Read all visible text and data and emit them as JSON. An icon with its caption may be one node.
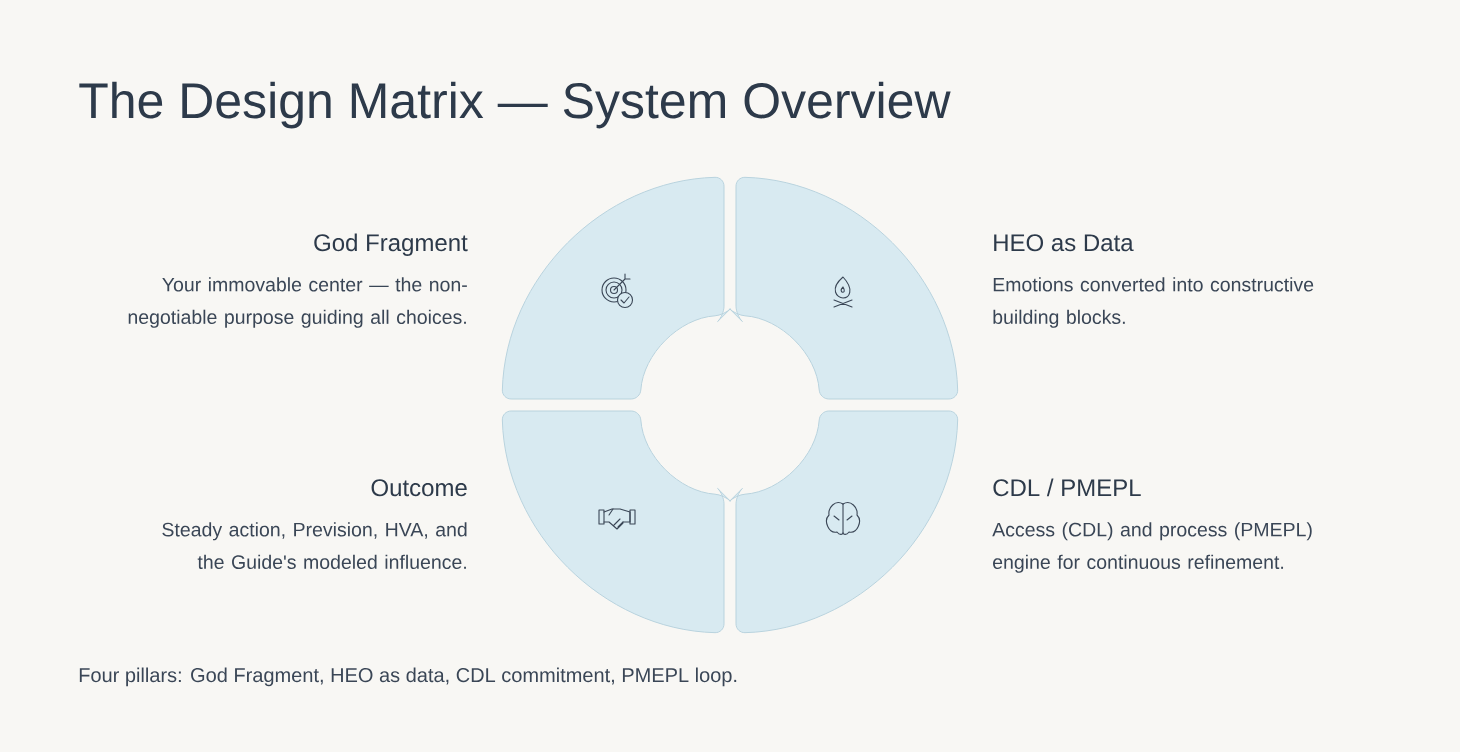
{
  "diagram": {
    "title": "The Design Matrix — System Overview",
    "caption": "Four pillars: God Fragment, HEO as data, CDL commitment, PMEPL loop.",
    "nodes": [
      {
        "text": [],
        "shape": "sector",
        "beside": [
          "God Fragment",
          "Your immovable center — the non-negotiable purpose guiding all choices."
        ]
      },
      {
        "text": [],
        "shape": "sector",
        "beside": [
          "HEO as Data",
          "Emotions converted into constructive building blocks."
        ]
      },
      {
        "text": [],
        "shape": "sector",
        "beside": [
          "Outcome",
          "Steady action, Prevision, HVA, and the Guide's modeled influence."
        ]
      },
      {
        "text": [],
        "shape": "sector",
        "beside": [
          "CDL / PMEPL",
          "Access (CDL) and process (PMEPL) engine for continuous refinement."
        ]
      }
    ],
    "edges": []
  }
}
